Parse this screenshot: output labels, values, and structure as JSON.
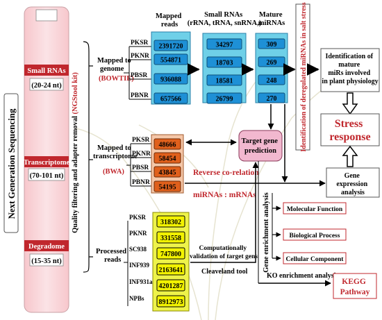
{
  "ngs": {
    "title": "Next Generation Sequencing",
    "filtering": "Quality filtering and adapter removal ",
    "tool": "(NGStool kit)",
    "small_rnas": {
      "name": "Small RNAs",
      "range": "(20-24 nt)"
    },
    "transcriptome": {
      "name": "Transcriptome",
      "range": "(70-101 nt)"
    },
    "degradome": {
      "name": "Degradome",
      "range": "(15-35 nt)"
    }
  },
  "branches": {
    "genome": {
      "line1": "Mapped to",
      "line2": "genome",
      "tool": "(BOWTIE)"
    },
    "transcriptome": {
      "line1": "Mapped to",
      "line2": "transcriptome",
      "tool": "(BWA)"
    },
    "degradome": {
      "line1": "Processed",
      "line2": "reads"
    }
  },
  "columns": {
    "mapped_reads": {
      "line1": "Mapped",
      "line2": "reads"
    },
    "small_rnas": {
      "line1": "Small RNAs",
      "line2": "(rRNA, tRNA, snRNA,)"
    },
    "mature_mirnas": {
      "line1": "Mature",
      "line2": "miRNAs"
    }
  },
  "genome_samples": [
    "PKSR",
    "PKNR",
    "PBSR",
    "PBNR"
  ],
  "mapped_reads_values": [
    "2391720",
    "554871",
    "936088",
    "657566"
  ],
  "small_rna_values": [
    "34297",
    "18703",
    "18581",
    "26799"
  ],
  "mature_values": [
    "309",
    "269",
    "248",
    "270"
  ],
  "transcriptome_samples": [
    "PKSR",
    "PKNR",
    "PBSR",
    "PBNR"
  ],
  "transcriptome_values": [
    "48666",
    "58454",
    "43845",
    "54195"
  ],
  "degradome_samples": [
    "PKSR",
    "PKNR",
    "SC938",
    "INF939",
    "INF931a",
    "NPBs"
  ],
  "degradome_values": [
    "318302",
    "331558",
    "747800",
    "2163641",
    "4201287",
    "8912973"
  ],
  "deregulated": "Identification of deregulated miRNAs in salt stress",
  "identification": {
    "line1": "Identification of",
    "line2": "mature",
    "line3": "miRs involved",
    "line4": "in plant physiology"
  },
  "stress": {
    "line1": "Stress",
    "line2": "response"
  },
  "gene_expression": {
    "line1": "Gene",
    "line2": "expression",
    "line3": "analysis"
  },
  "target_gene": {
    "line1": "Target gene",
    "line2": "prediction"
  },
  "reverse_correlation": "Reverse co-relation",
  "mirnas_mrnas": "miRNAs : mRNAs",
  "gene_enrichment": "Gene enrichment analysis",
  "go": {
    "mf": "Molecular Function",
    "bp": "Biological Process",
    "cc": "Cellular Component"
  },
  "ko_enrichment": "KO enrichment analysis",
  "kegg": {
    "line1": "KEGG",
    "line2": "Pathway"
  },
  "computational": {
    "line1": "Computationally",
    "line2": "validation of target gens"
  },
  "cleaveland": "Cleaveland tool",
  "colors": {
    "accent_red": "#c0272d",
    "genome_box": "#6fd0e8",
    "genome_cell": "#1e90d6",
    "transcriptome_cell": "#e0601c",
    "degradome_cell": "#f2f200",
    "target_box": "#f2b8cf",
    "ngs_panel": "#f7c7cc"
  }
}
